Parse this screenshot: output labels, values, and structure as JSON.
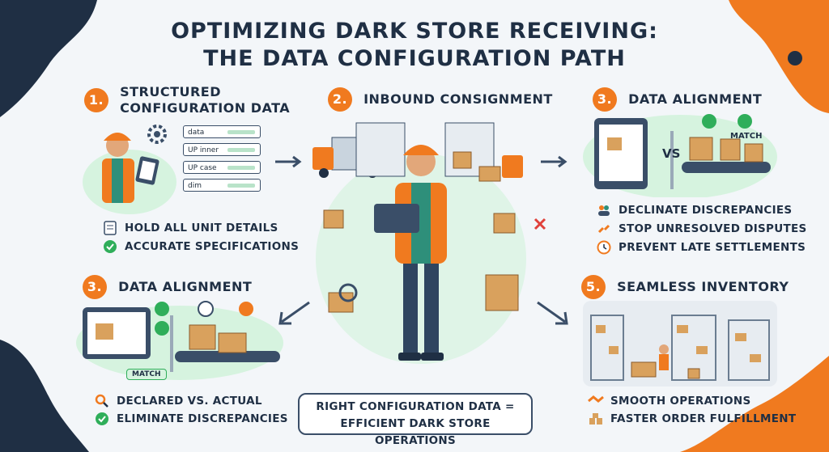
{
  "title_line1": "OPTIMIZING DARK STORE RECEIVING:",
  "title_line2": "THE DATA CONFIGURATION PATH",
  "sections": {
    "s1": {
      "num": "1.",
      "title_line1": "STRUCTURED",
      "title_line2": "CONFIGURATION DATA",
      "fields": [
        "data",
        "UP inner",
        "UP case",
        "dim"
      ],
      "bullets": [
        "HOLD ALL UNIT DETAILS",
        "ACCURATE SPECIFICATIONS"
      ]
    },
    "s2": {
      "num": "2.",
      "title": "INBOUND CONSIGNMENT"
    },
    "s3a": {
      "num": "3.",
      "title": "DATA ALIGNMENT",
      "vs": "VS",
      "match": "MATCH",
      "bullets": [
        "DECLINATE DISCREPANCIES",
        "STOP UNRESOLVED DISPUTES",
        "PREVENT LATE SETTLEMENTS"
      ]
    },
    "s3b": {
      "num": "3.",
      "title": "DATA ALIGNMENT",
      "match": "MATCH",
      "bullets": [
        "DECLARED VS. ACTUAL",
        "ELIMINATE DISCREPANCIES"
      ]
    },
    "s5": {
      "num": "5.",
      "title": "SEAMLESS INVENTORY",
      "bullets": [
        "SMOOTH OPERATIONS",
        "FASTER ORDER FULFILLMENT"
      ]
    }
  },
  "callout": {
    "line1": "RIGHT CONFIGURATION DATA =",
    "line2": "EFFICIENT DARK STORE OPERATIONS"
  },
  "colors": {
    "accent": "#f07a1f",
    "navy": "#1f2f44",
    "green": "#2fae5a",
    "mint": "#d6f3df"
  }
}
